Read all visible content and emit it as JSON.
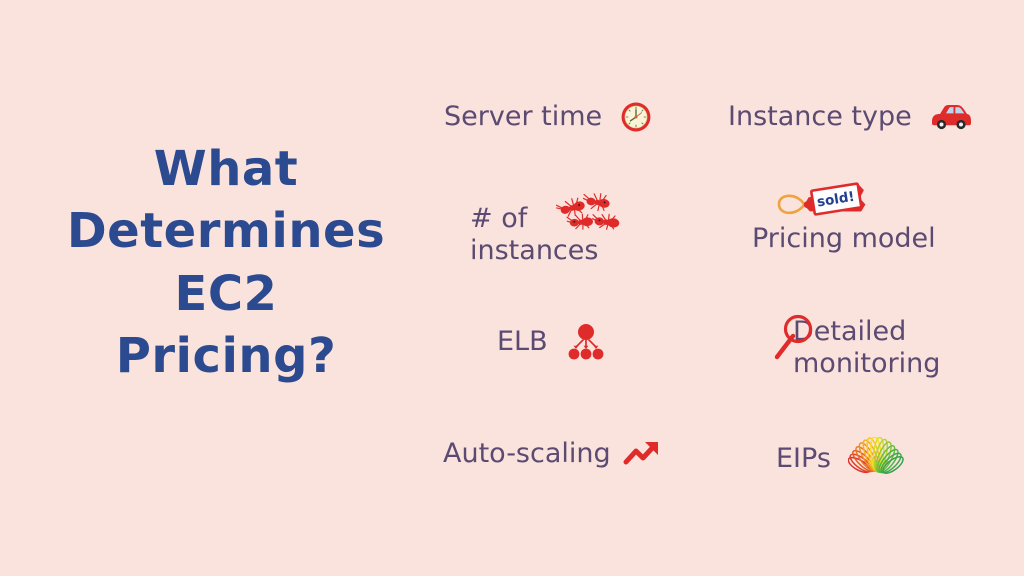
{
  "slide": {
    "background_color": "#fbe3dd",
    "title_color": "#2c4a8f",
    "item_text_color": "#5b4a72",
    "accent_red": "#e02b2b",
    "title_lines": [
      "What",
      "Determines",
      "EC2",
      "Pricing?"
    ],
    "title_full": "What Determines EC2 Pricing?"
  },
  "items": [
    {
      "id": "server-time",
      "label": "Server time",
      "icon": "alarm-clock-icon",
      "icon_position": "right",
      "column": "left"
    },
    {
      "id": "instances",
      "label_line1": "# of",
      "label_line2": "instances",
      "icon": "ant-icon",
      "icon_position": "overlap-right",
      "column": "left"
    },
    {
      "id": "elb",
      "label": "ELB",
      "icon": "load-balancer-icon",
      "icon_position": "right",
      "column": "left"
    },
    {
      "id": "auto-scaling",
      "label": "Auto-scaling",
      "icon": "chart-increasing-icon",
      "icon_position": "right",
      "column": "left"
    },
    {
      "id": "instance-type",
      "label": "Instance type",
      "icon": "car-icon",
      "icon_position": "right",
      "column": "right"
    },
    {
      "id": "pricing-model",
      "label": "Pricing model",
      "icon": "sold-price-tag-icon",
      "icon_text": "sold!",
      "icon_position": "overlap-top",
      "column": "right"
    },
    {
      "id": "monitoring",
      "label_line1": "Detailed",
      "label_line2": "monitoring",
      "icon": "magnifying-glass-icon",
      "icon_position": "overlap-left",
      "column": "right"
    },
    {
      "id": "eips",
      "label": "EIPs",
      "icon": "rainbow-slinky-icon",
      "icon_position": "right",
      "column": "right"
    }
  ]
}
